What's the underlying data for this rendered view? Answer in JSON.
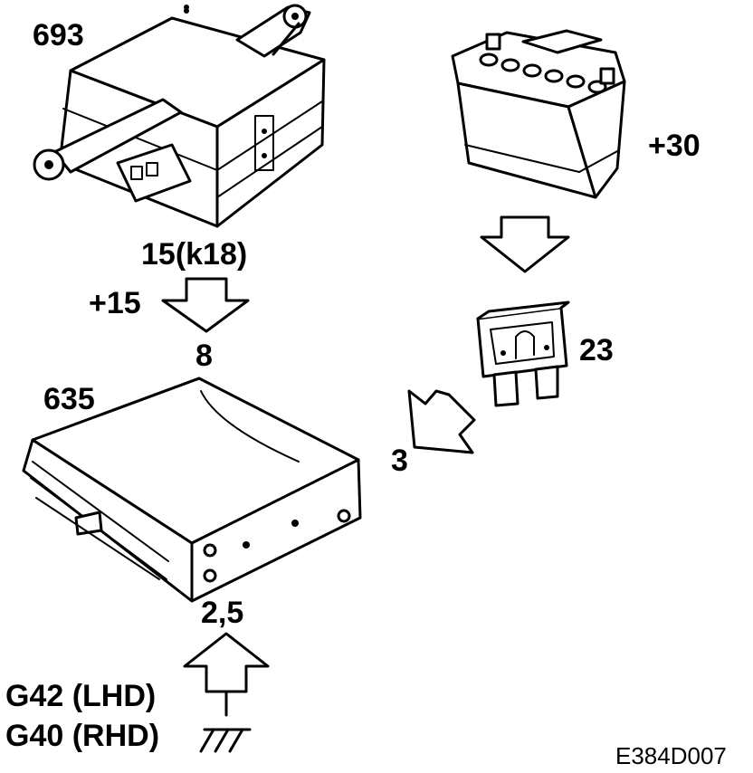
{
  "labels": {
    "module_693": "693",
    "battery_plus30": "+30",
    "ignition_terminal": "15(k18)",
    "supply_plus15": "+15",
    "pin_8": "8",
    "fuse_23": "23",
    "module_635": "635",
    "pin_3": "3",
    "pins_2_5": "2,5",
    "ground_lhd": "G42 (LHD)",
    "ground_rhd": "G40 (RHD)",
    "figure_ref": "E384D007"
  },
  "components": {
    "relay_module": "module-693",
    "battery": "battery",
    "fuse": "fuse",
    "control_unit": "control-unit-635",
    "ground": "ground-symbol"
  },
  "colors": {
    "line": "#000000",
    "background": "#ffffff"
  }
}
